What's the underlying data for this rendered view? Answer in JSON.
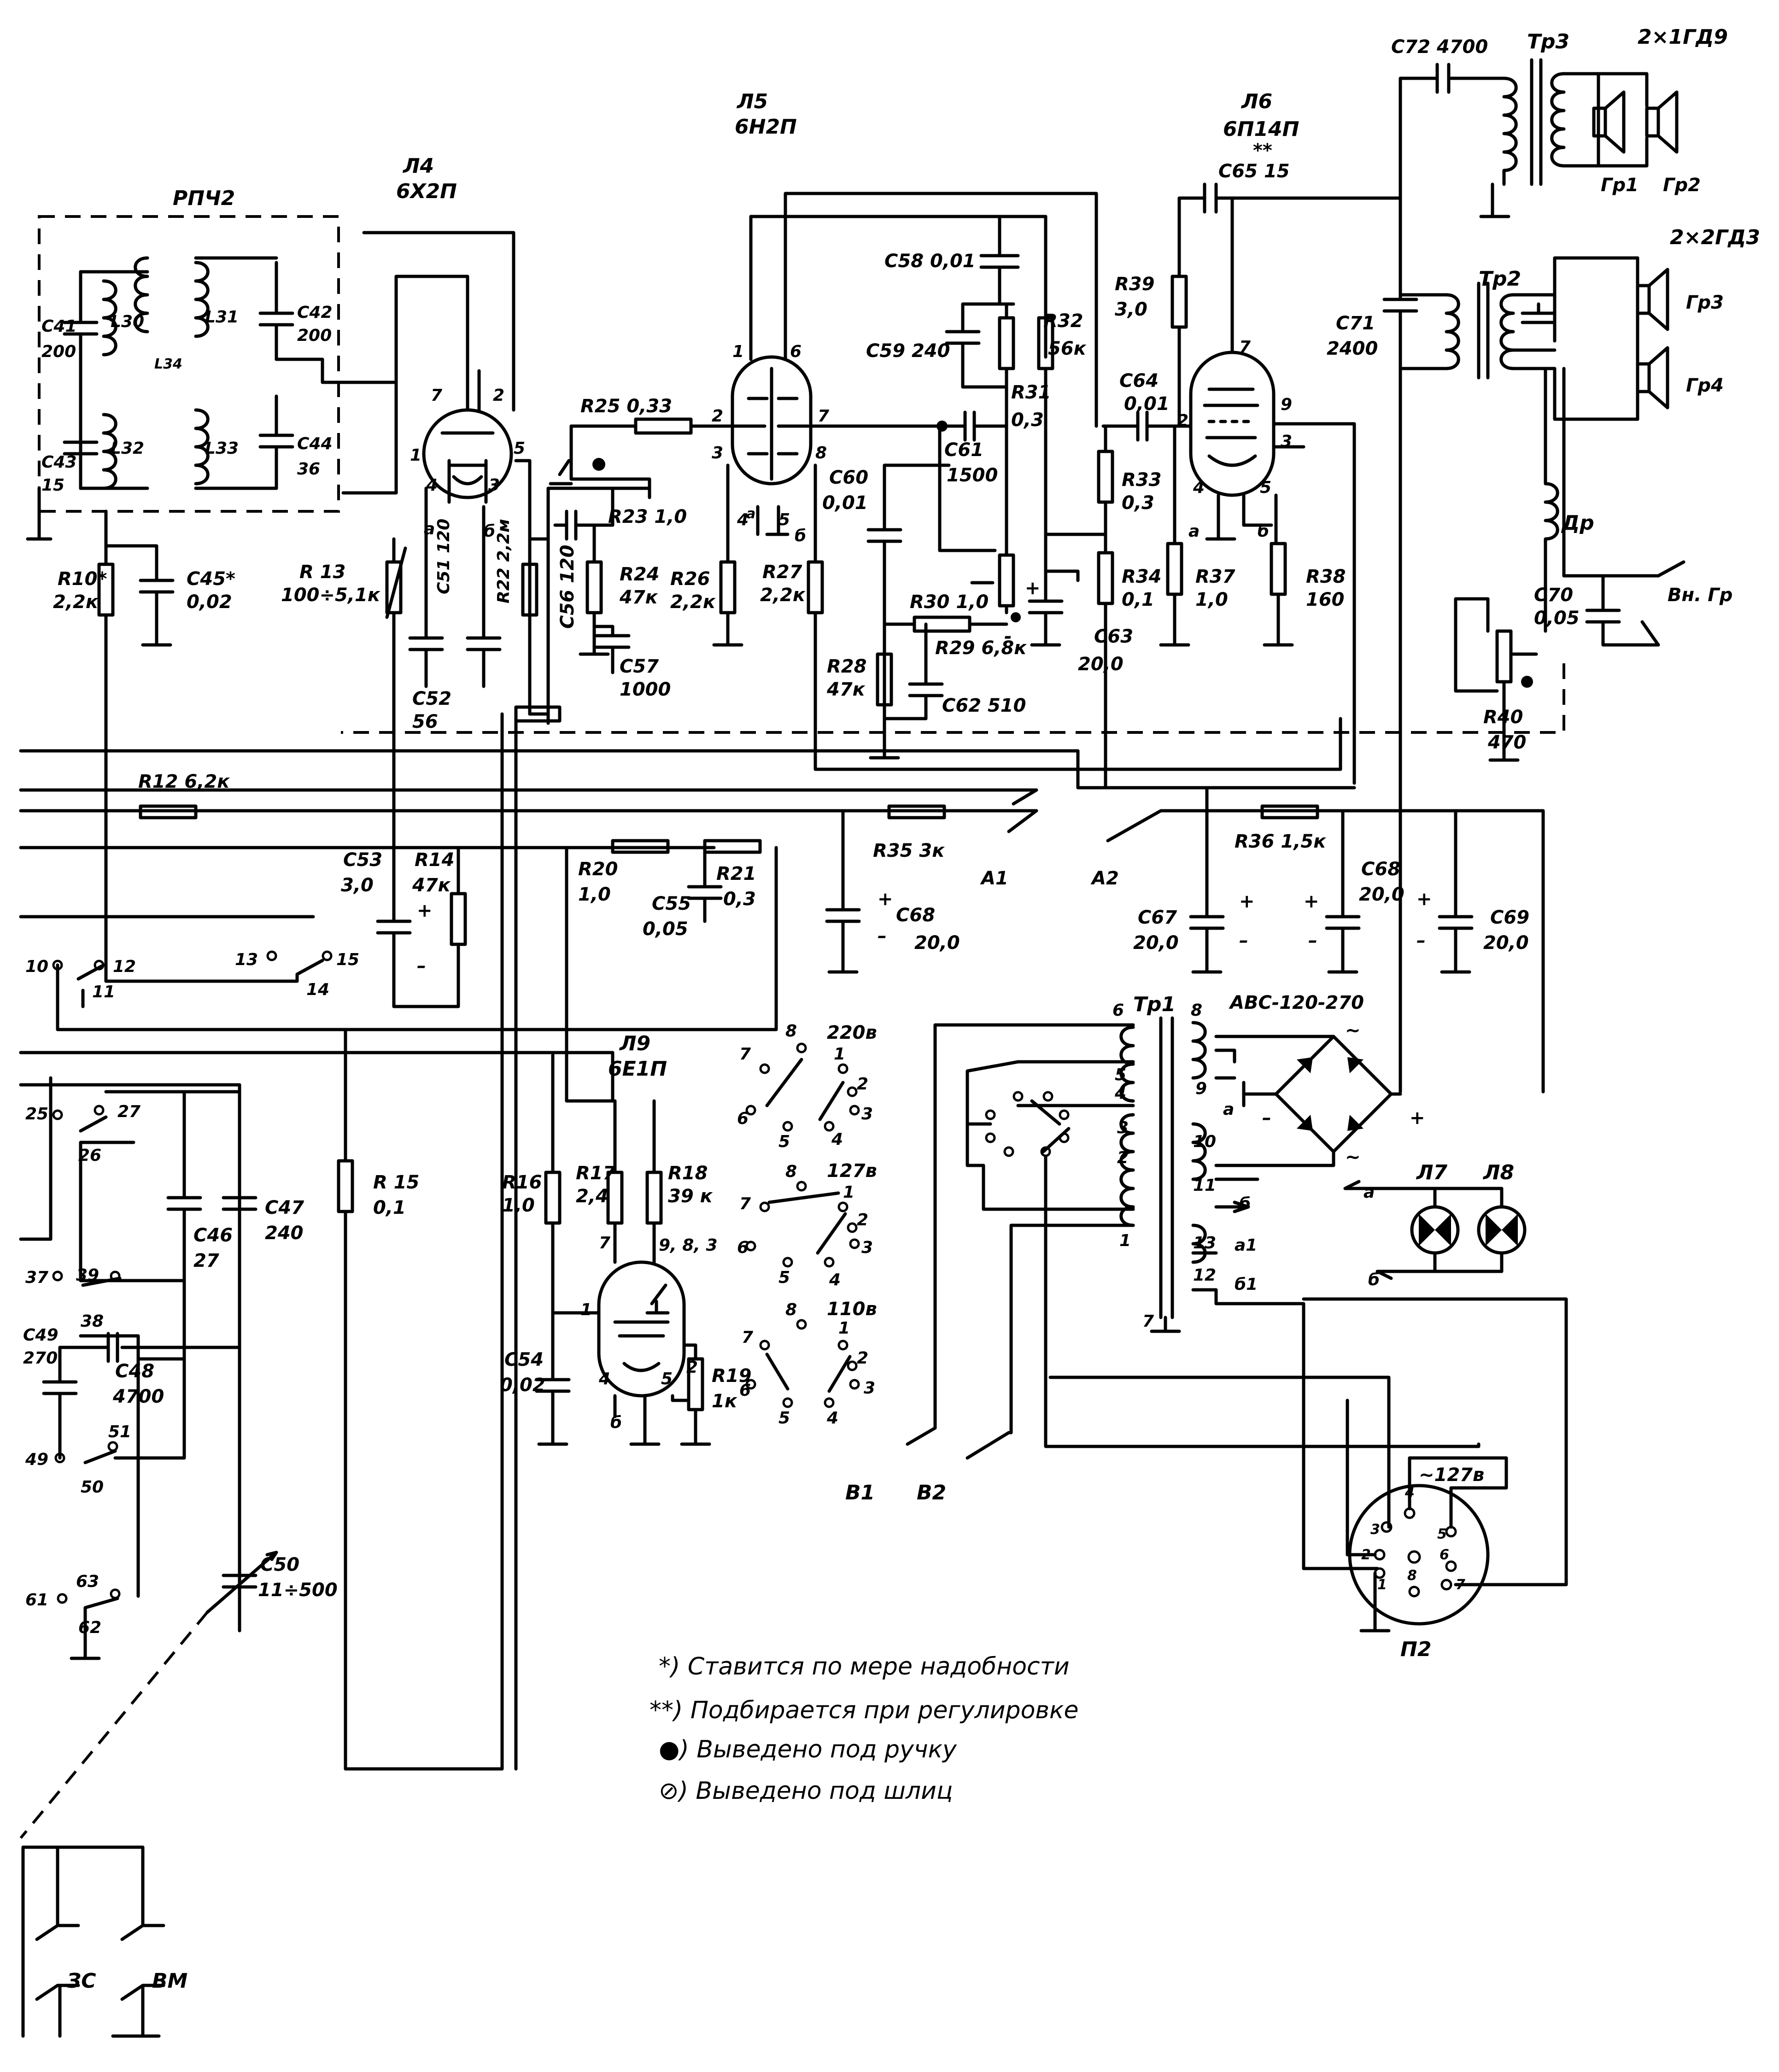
{
  "tubes": {
    "l4": {
      "ref": "Л4",
      "type": "6Х2П",
      "pins": [
        "7",
        "2",
        "1",
        "5",
        "4",
        "3",
        "а",
        "б"
      ]
    },
    "l5": {
      "ref": "Л5",
      "type": "6Н2П",
      "pins": [
        "1",
        "6",
        "2",
        "7",
        "3",
        "8",
        "4",
        "5",
        "а",
        "б"
      ]
    },
    "l6": {
      "ref": "Л6",
      "type": "6П14П",
      "pins": [
        "7",
        "9",
        "2",
        "3",
        "4",
        "5",
        "а",
        "б"
      ]
    },
    "l9": {
      "ref": "Л9",
      "type": "6Е1П",
      "pins": [
        "7",
        "9, 8, 3",
        "1",
        "4",
        "5",
        "2",
        "б"
      ]
    }
  },
  "rpch": {
    "label": "РПЧ2",
    "coils": [
      "L30",
      "L31",
      "L32",
      "L33",
      "L34"
    ]
  },
  "components": {
    "C41": "C41",
    "C41v": "200",
    "C42": "C42",
    "C42v": "200",
    "C43": "C43",
    "C43v": "15",
    "C44": "C44",
    "C44v": "36",
    "C45": "C45*",
    "C45v": "0,02",
    "R10": "R10*",
    "R10v": "2,2к",
    "R13": "R 13",
    "R13v": "100÷5,1к",
    "C51": "C51 120",
    "R22": "R22 2,2м",
    "C52": "C52",
    "C52v": "56",
    "R25": "R25 0,33",
    "R23": "R23 1,0",
    "C56": "C56 120",
    "R24": "R24",
    "R24v": "47к",
    "C57": "C57",
    "C57v": "1000",
    "R26": "R26",
    "R26v": "2,2к",
    "R27": "R27",
    "R27v": "2,2к",
    "C58": "C58 0,01",
    "C59": "C59 240",
    "R32": "R32",
    "R32v": "56к",
    "R31": "R31",
    "R31v": "0,3",
    "C61": "C61",
    "C61v": "1500",
    "C60": "C60",
    "C60v": "0,01",
    "R30": "R30 1,0",
    "R29": "R29 6,8к",
    "R28": "R28",
    "R28v": "47к",
    "C62": "C62 510",
    "C63": "C63",
    "C63v": "20,0",
    "R39": "R39",
    "R39v": "3,0",
    "C65": "C65 15",
    "C65mark": "**",
    "C64": "C64",
    "C64v": "0,01",
    "R33": "R33",
    "R33v": "0,3",
    "R34": "R34",
    "R34v": "0,1",
    "R37": "R37",
    "R37v": "1,0",
    "R38": "R38",
    "R38v": "160",
    "C72": "C72 4700",
    "Tr3": "Тр3",
    "C71": "C71",
    "C71v": "2400",
    "Tr2": "Тр2",
    "Dr": "Др",
    "C70": "C70",
    "C70v": "0,05",
    "R40": "R40",
    "R40v": "470",
    "R12": "R12 6,2к",
    "R35": "R35 3к",
    "R36": "R36 1,5к",
    "R20": "R20",
    "R20v": "1,0",
    "R21": "R21",
    "R21v": "0,3",
    "C55": "C55",
    "C55v": "0,05",
    "C53": "C53",
    "C53v": "3,0",
    "R14": "R14",
    "R14v": "47к",
    "C68": "C68",
    "C68v": "20,0",
    "C67": "C67",
    "C67v": "20,0",
    "C66": "C68",
    "C66v": "20,0",
    "C69": "C69",
    "C69v": "20,0",
    "R15": "R 15",
    "R15v": "0,1",
    "R16": "R16",
    "R16v": "1,0",
    "R17": "R17",
    "R17v": "2,4",
    "R18": "R18",
    "R18v": "39 к",
    "R19": "R19",
    "R19v": "1к",
    "C54": "C54",
    "C54v": "0,02",
    "C47": "C47",
    "C47v": "240",
    "C46": "C46",
    "C46v": "27",
    "C49": "C49",
    "C49v": "270",
    "C48": "C48",
    "C48v": "4700",
    "C50": "C50",
    "C50v": "11÷500",
    "Tr1": "Тр1",
    "ABC": "АВС-120-270",
    "L7": "Л7",
    "L8": "Л8",
    "P2": "П2",
    "ac127": "~127в"
  },
  "speakers": {
    "top": "2×1ГД9",
    "top_names": [
      "Гр1",
      "Гр2"
    ],
    "mid": "2×2ГД3",
    "mid_names": [
      "Гр3",
      "Гр4"
    ],
    "ext": "Вн. Гр"
  },
  "arrows": {
    "a1": "А1",
    "a2": "А2",
    "v1": "В1",
    "v2": "В2",
    "a": "а",
    "b": "б",
    "a_1": "а1",
    "b_1": "б1"
  },
  "voltage_selector": {
    "v220": "220в",
    "v127": "127в",
    "v110": "110в"
  },
  "jacks": {
    "zs": "ЗС",
    "vm": "ВМ"
  },
  "notes": [
    "*) Ставится по мере надобности",
    "**) Подбирается при регулировке",
    "●) Выведено под ручку",
    "⊘) Выведено под шлиц"
  ]
}
